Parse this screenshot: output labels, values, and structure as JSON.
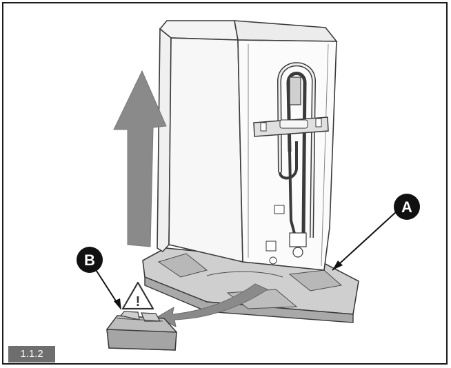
{
  "figure": {
    "label": "1.1.2"
  },
  "callouts": {
    "a": "A",
    "b": "B"
  },
  "warning": {
    "symbol": "!"
  },
  "colors": {
    "outline": "#3a3a3a",
    "tray": "#c9c9c9",
    "arrow": "#8a8a8a",
    "callout": "#111111"
  }
}
